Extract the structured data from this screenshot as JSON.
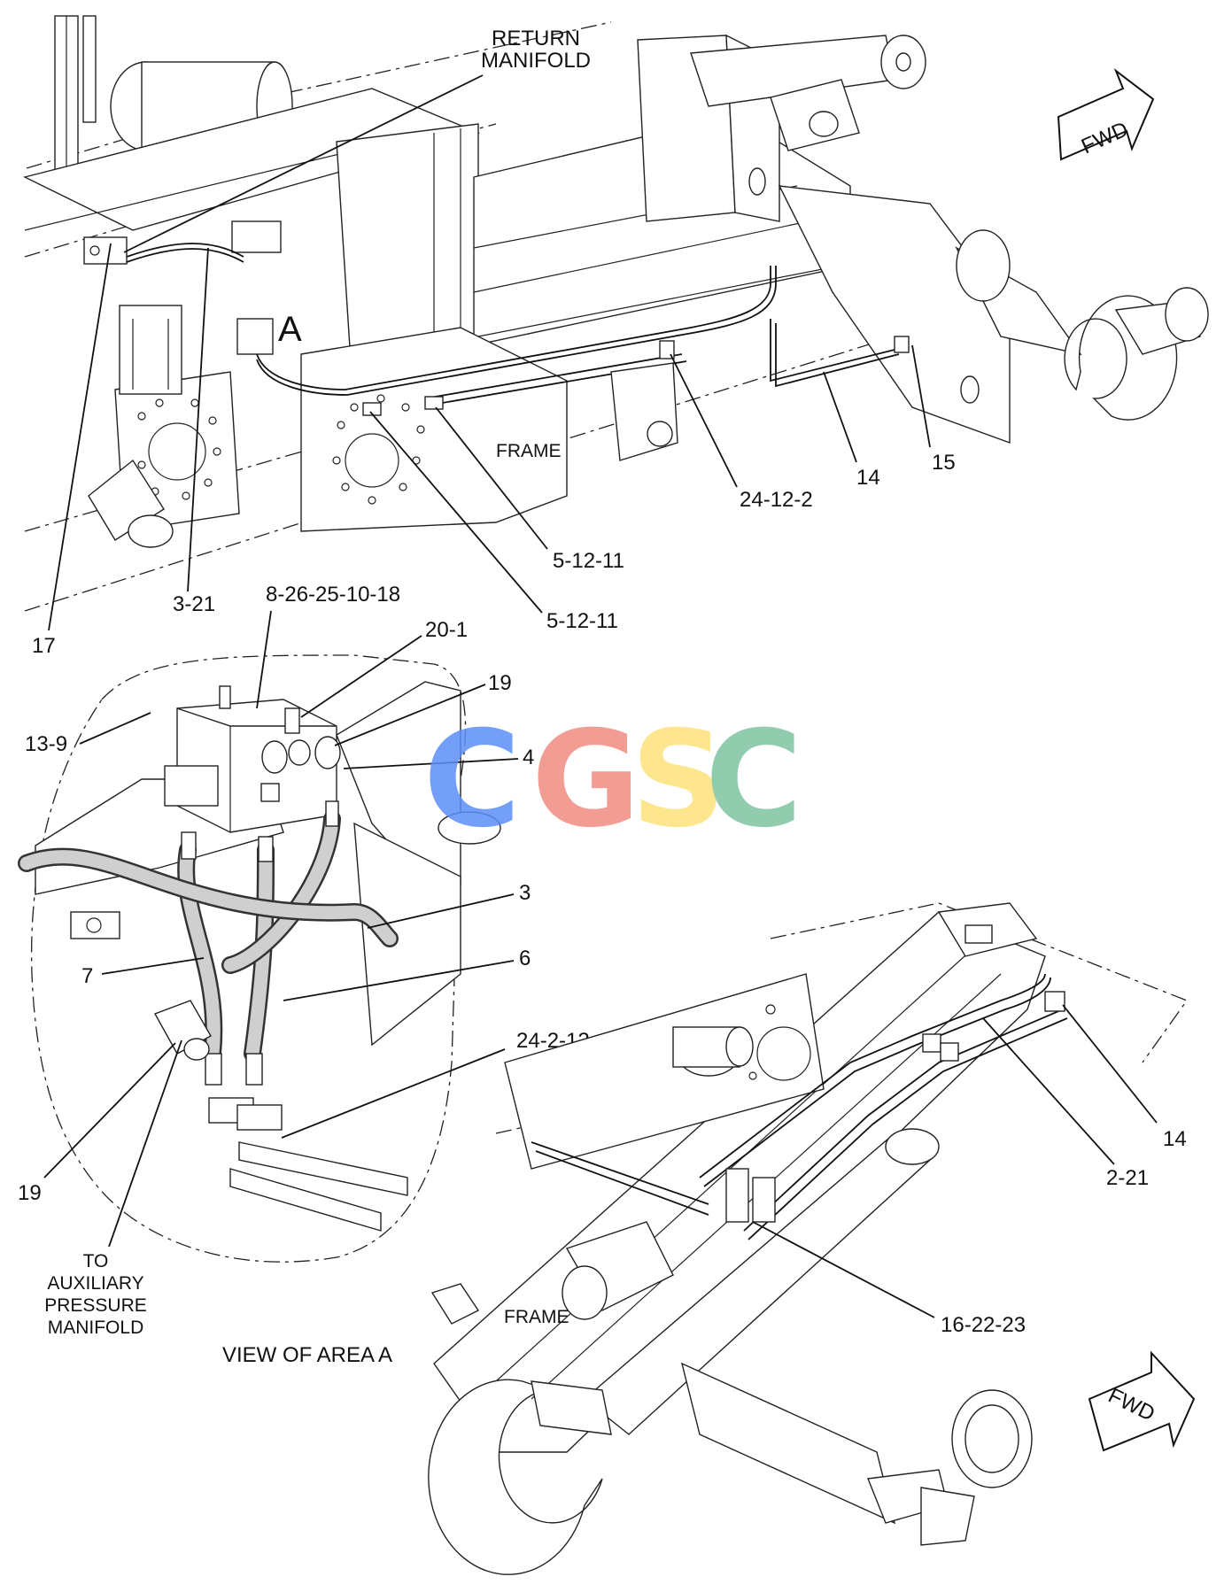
{
  "labels": {
    "return_manifold": [
      "RETURN",
      "MANIFOLD"
    ],
    "fwd_top": "FWD",
    "fwd_bottom": "FWD",
    "area_a": "A",
    "frame_top": "FRAME",
    "frame_bottom": "FRAME",
    "view_of_area_a": "VIEW OF AREA A",
    "to_aux": [
      "TO",
      "AUXILIARY",
      "PRESSURE",
      "MANIFOLD"
    ]
  },
  "callouts": {
    "c17": "17",
    "c3_21": "3-21",
    "c5_12_11_a": "5-12-11",
    "c5_12_11_b": "5-12-11",
    "c24_12_2": "24-12-2",
    "c14_top": "14",
    "c15": "15",
    "c8_26": "8-26-25-10-18",
    "c20_1": "20-1",
    "c19_top": "19",
    "c13_9": "13-9",
    "c4": "4",
    "c3": "3",
    "c6": "6",
    "c7": "7",
    "c24_2_12": "24-2-12",
    "c19_bottom": "19",
    "c14_bottom": "14",
    "c2_21": "2-21",
    "c16_22_23": "16-22-23"
  },
  "watermark": {
    "letters": [
      "C",
      "G",
      "S",
      "C"
    ],
    "colors": [
      "#5b8ff9",
      "#f28b82",
      "#fde27a",
      "#7fc4a0"
    ]
  }
}
